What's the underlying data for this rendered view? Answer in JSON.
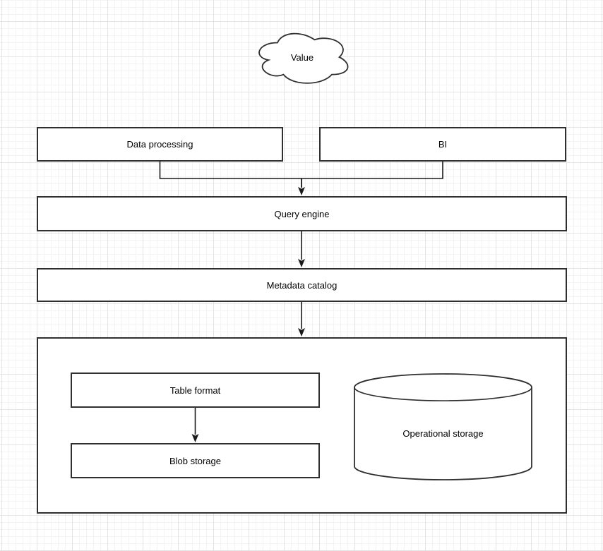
{
  "palette": {
    "background": "#ffffff",
    "shape_fill": "#ffffff",
    "shape_stroke": "#2f2f2f",
    "edge_stroke": "#1a1a1a",
    "text": "#000000",
    "grid_minor": "#f4f4f4",
    "grid_major": "#e4e4e4"
  },
  "diagram": {
    "cloud": {
      "label": "Value"
    },
    "nodes": {
      "data_processing": {
        "label": "Data processing"
      },
      "bi": {
        "label": "BI"
      },
      "query_engine": {
        "label": "Query engine"
      },
      "metadata_catalog": {
        "label": "Metadata catalog"
      },
      "table_format": {
        "label": "Table format"
      },
      "blob_storage": {
        "label": "Blob storage"
      },
      "operational_storage": {
        "label": "Operational storage"
      }
    },
    "edges": [
      {
        "from": "data_processing",
        "to": "query_engine"
      },
      {
        "from": "bi",
        "to": "query_engine"
      },
      {
        "from": "query_engine",
        "to": "metadata_catalog"
      },
      {
        "from": "metadata_catalog",
        "to": "storage_container"
      },
      {
        "from": "table_format",
        "to": "blob_storage"
      }
    ]
  }
}
